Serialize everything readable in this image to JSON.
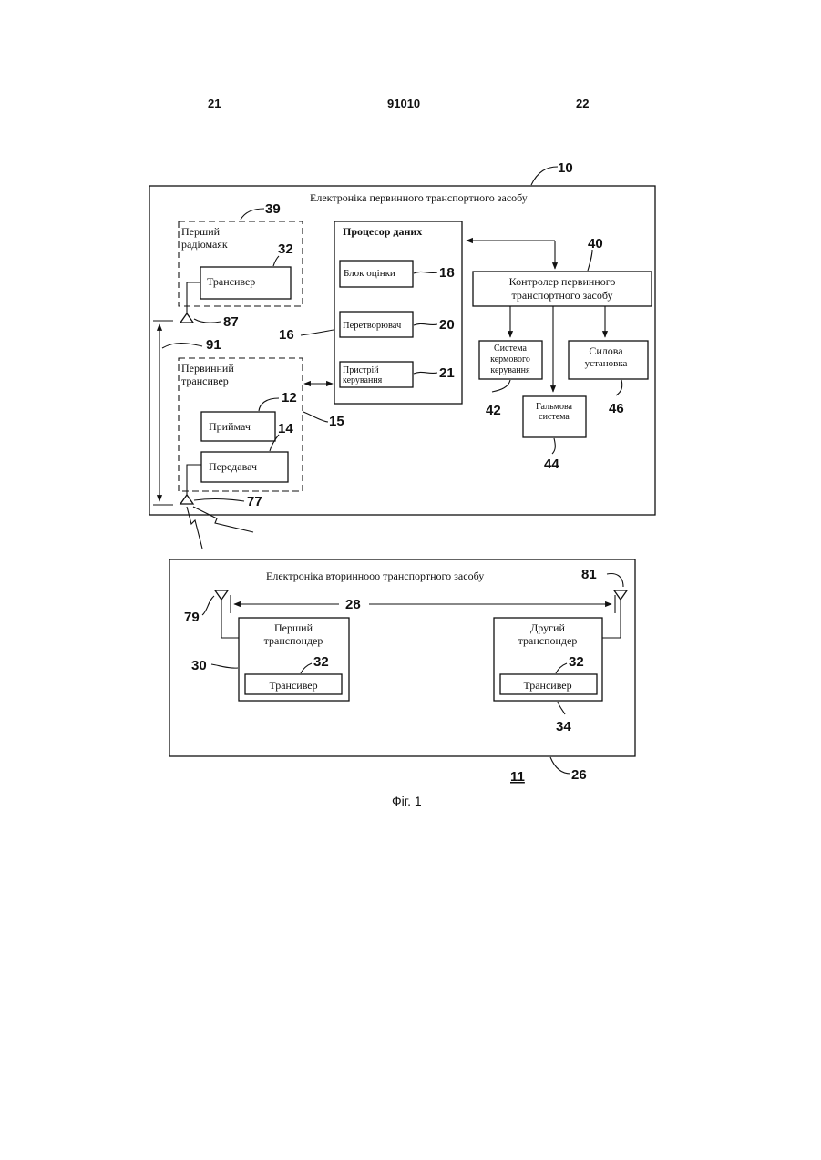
{
  "header": {
    "page_left": "21",
    "doc_number": "91010",
    "page_right": "22"
  },
  "primary": {
    "title": "Електроніка первинного транспортного засобу",
    "ref_block": "10",
    "beacon_line1": "Перший",
    "beacon_line2": "радіомаяк",
    "ref_beacon": "39",
    "transceiver": "Трансивер",
    "ref_transceiver": "32",
    "ref_antenna87": "87",
    "ref_range91": "91",
    "primary_tx_line1": "Первинний",
    "primary_tx_line2": "трансивер",
    "receiver": "Приймач",
    "ref_receiver": "12",
    "transmitter": "Передавач",
    "ref_transmitter": "14",
    "ref_transceiver_box": "15",
    "ref_antenna77": "77",
    "processor": "Процесор даних",
    "ref_processor": "16",
    "eval_block": "Блок оцінки",
    "ref_eval": "18",
    "converter": "Перетворювач",
    "ref_converter": "20",
    "control_line1": "Пристрій",
    "control_line2": "керування",
    "ref_control": "21",
    "controller_line1": "Контролер первинного",
    "controller_line2": "транспортного засобу",
    "ref_controller": "40",
    "steer_line1": "Система",
    "steer_line2": "кермового",
    "steer_line3": "керування",
    "ref_steer": "42",
    "brake_line1": "Гальмова",
    "brake_line2": "система",
    "ref_brake": "44",
    "power_line1": "Силова",
    "power_line2": "установка",
    "ref_power": "46"
  },
  "secondary": {
    "title": "Електроніка вториннооо транспортного засобу",
    "ref_antenna79": "79",
    "ref_antenna81": "81",
    "ref_distance": "28",
    "first_line1": "Перший",
    "first_line2": "транспондер",
    "second_line1": "Другий",
    "second_line2": "транспондер",
    "transceiver": "Трансивер",
    "ref_t1": "32",
    "ref_t2": "32",
    "ref_first": "30",
    "ref_second": "34",
    "ref_block": "26",
    "ref_vehicle": "11"
  },
  "caption": "Фіг. 1"
}
